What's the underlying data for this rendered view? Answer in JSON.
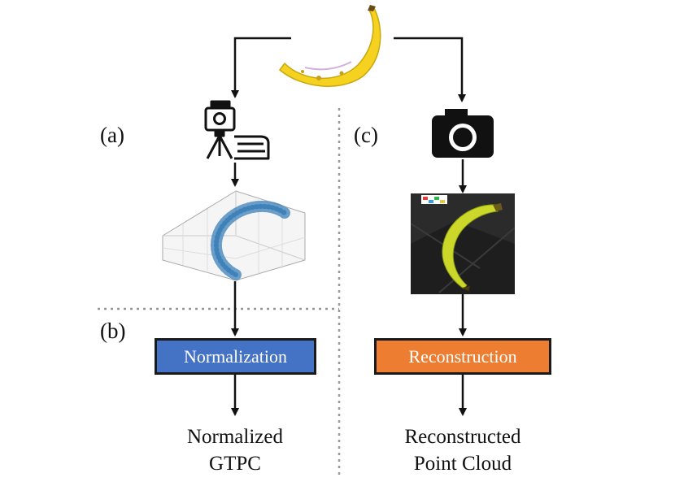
{
  "labels": {
    "a": "(a)",
    "b": "(b)",
    "c": "(c)"
  },
  "boxes": {
    "normalization": {
      "label": "Normalization",
      "color": "#4472c4"
    },
    "reconstruction": {
      "label": "Reconstruction",
      "color": "#ed7d31"
    }
  },
  "outputs": {
    "left": {
      "line1": "Normalized",
      "line2": "GTPC"
    },
    "right": {
      "line1": "Reconstructed",
      "line2": "Point Cloud"
    }
  },
  "icons": {
    "source": "banana-icon",
    "scanner": "laser-scanner-icon",
    "camera": "camera-icon",
    "plot": "point-cloud-3d-plot",
    "photo": "banana-photo"
  },
  "colors": {
    "banana": "#f4d21f",
    "points": "#3b7fb8",
    "photo_bg": "#2b2b2b"
  }
}
